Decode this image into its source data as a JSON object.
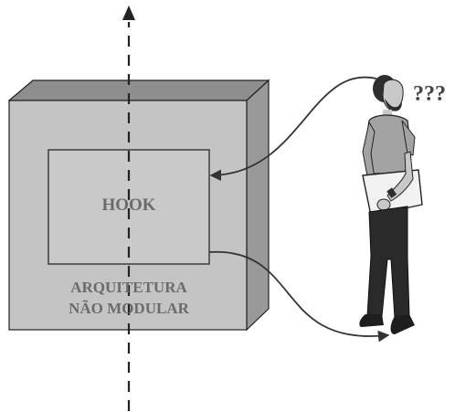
{
  "diagram": {
    "hook_label": "HOOK",
    "architecture_label_line1": "ARQUITETURA",
    "architecture_label_line2": "NÃO MODULAR",
    "question_marks": "???"
  },
  "colors": {
    "box_front": "#c4c4c4",
    "box_top": "#8e8e8e",
    "box_side": "#999999",
    "hook_fill": "#c9c9c9",
    "text_gray": "#6b6b6b",
    "stroke_dark": "#222222",
    "arrow": "#333333",
    "shirt": "#a3a3a3",
    "pants": "#2a2a2a",
    "skin": "#c8c8c8",
    "laptop": "#f2f2f2"
  },
  "icons": {
    "person": "man-with-laptop-icon"
  }
}
